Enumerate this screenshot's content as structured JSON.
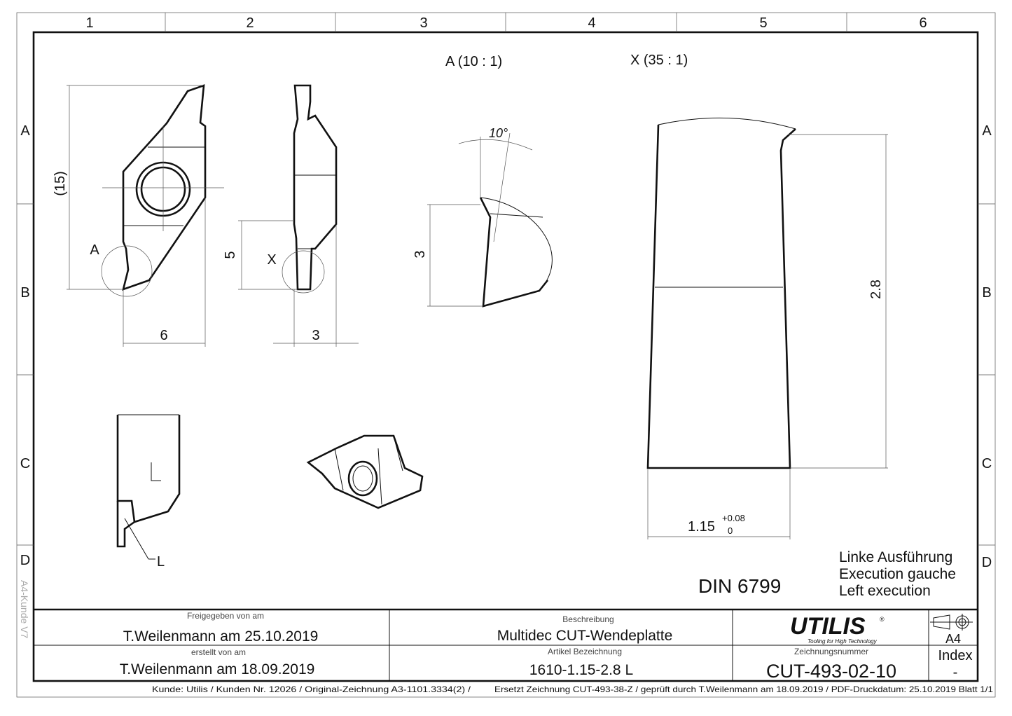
{
  "frame": {
    "columns": [
      "1",
      "2",
      "3",
      "4",
      "5",
      "6"
    ],
    "rows": [
      "A",
      "B",
      "C",
      "D"
    ],
    "side_label": "A4-Kunde V7"
  },
  "views": {
    "detail_a_label": "A (10 : 1)",
    "detail_x_label": "X (35 : 1)",
    "marker_a": "A",
    "marker_x": "X",
    "dim_15": "(15)",
    "dim_6": "6",
    "dim_5": "5",
    "dim_3_side": "3",
    "dim_10deg": "10°",
    "dim_3_detail": "3",
    "dim_2_8": "2.8",
    "dim_1_15": "1.15",
    "tol_upper": "+0.08",
    "tol_lower": "0",
    "hand_label": "L",
    "hand_leader_label": "L"
  },
  "notes": {
    "standard": "DIN 6799",
    "execution": [
      "Linke Ausführung",
      "Execution gauche",
      "Left execution"
    ]
  },
  "title_block": {
    "released_caption": "Freigegeben von am",
    "released_value": "T.Weilenmann am 25.10.2019",
    "created_caption": "erstellt von am",
    "created_value": "T.Weilenmann am 18.09.2019",
    "description_caption": "Beschreibung",
    "description_value": "Multidec CUT-Wendeplatte",
    "article_caption": "Artikel Bezeichnung",
    "article_value": "1610-1.15-2.8 L",
    "logo_text": "UTILIS",
    "logo_tagline": "Tooling for High Technology",
    "drawing_no_caption": "Zeichnungsnummer",
    "drawing_no_value": "CUT-493-02-10",
    "format": "A4",
    "index_caption": "Index",
    "index_value": "-"
  },
  "footer": {
    "left": "Kunde: Utilis / Kunden Nr. 12026 /  Original-Zeichnung A3-1101.3334(2)     /",
    "right": "Ersetzt Zeichnung CUT-493-38-Z / geprüft durch T.Weilenmann am 18.09.2019 / PDF-Druckdatum: 25.10.2019  Blatt 1/1"
  }
}
